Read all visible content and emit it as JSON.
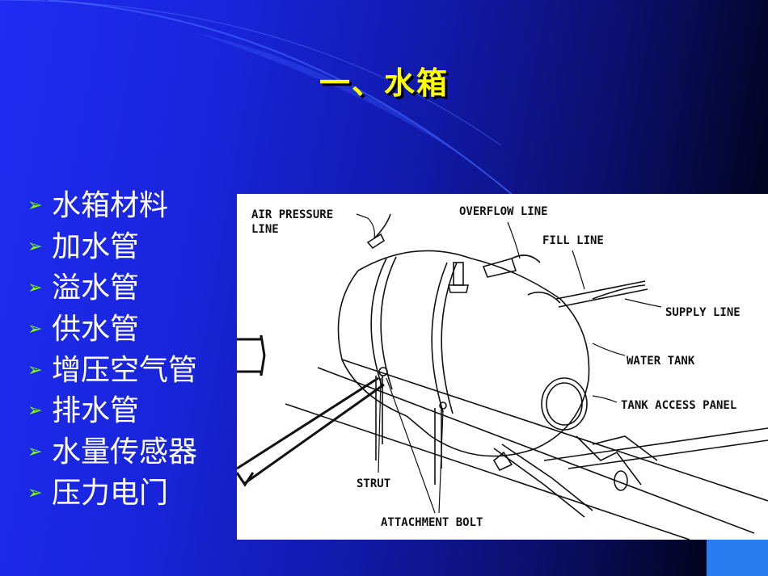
{
  "slide": {
    "title": "一、水箱",
    "bullet_marker": "➢",
    "bullets": [
      "水箱材料",
      "加水管",
      "溢水管",
      "供水管",
      "增压空气管",
      "排水管",
      "水量传感器",
      "压力电门"
    ]
  },
  "diagram": {
    "labels": {
      "air_pressure_line_1": "AIR PRESSURE",
      "air_pressure_line_2": "LINE",
      "overflow_line": "OVERFLOW LINE",
      "fill_line": "FILL LINE",
      "supply_line": "SUPPLY LINE",
      "water_tank": "WATER TANK",
      "tank_access_panel": "TANK ACCESS PANEL",
      "strut": "STRUT",
      "attachment_bolt": "ATTACHMENT BOLT"
    }
  },
  "colors": {
    "title": "#ffff00",
    "bullet_marker": "#7fff00",
    "bullet_text": "#ffffff",
    "accent_box": "#2a7cf0"
  }
}
